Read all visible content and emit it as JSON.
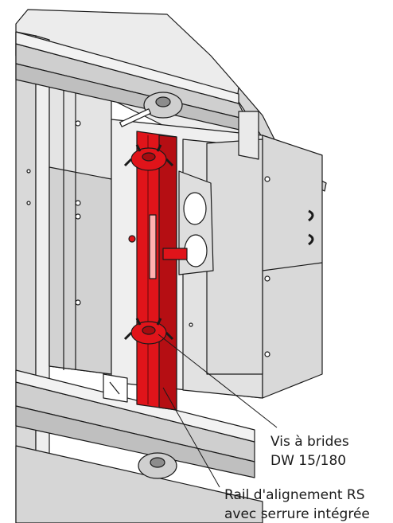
{
  "colors": {
    "highlight": "#e0141a",
    "highlight_dark": "#a50c10",
    "panel_light": "#ececec",
    "panel_mid": "#d6d6d6",
    "panel_dark": "#b9b9b9",
    "line": "#1a1a1a"
  },
  "callouts": [
    {
      "line1": "Vis à brides",
      "line2": "DW 15/180"
    },
    {
      "line1": "Rail d'alignement RS",
      "line2": "avec serrure intégrée"
    }
  ]
}
